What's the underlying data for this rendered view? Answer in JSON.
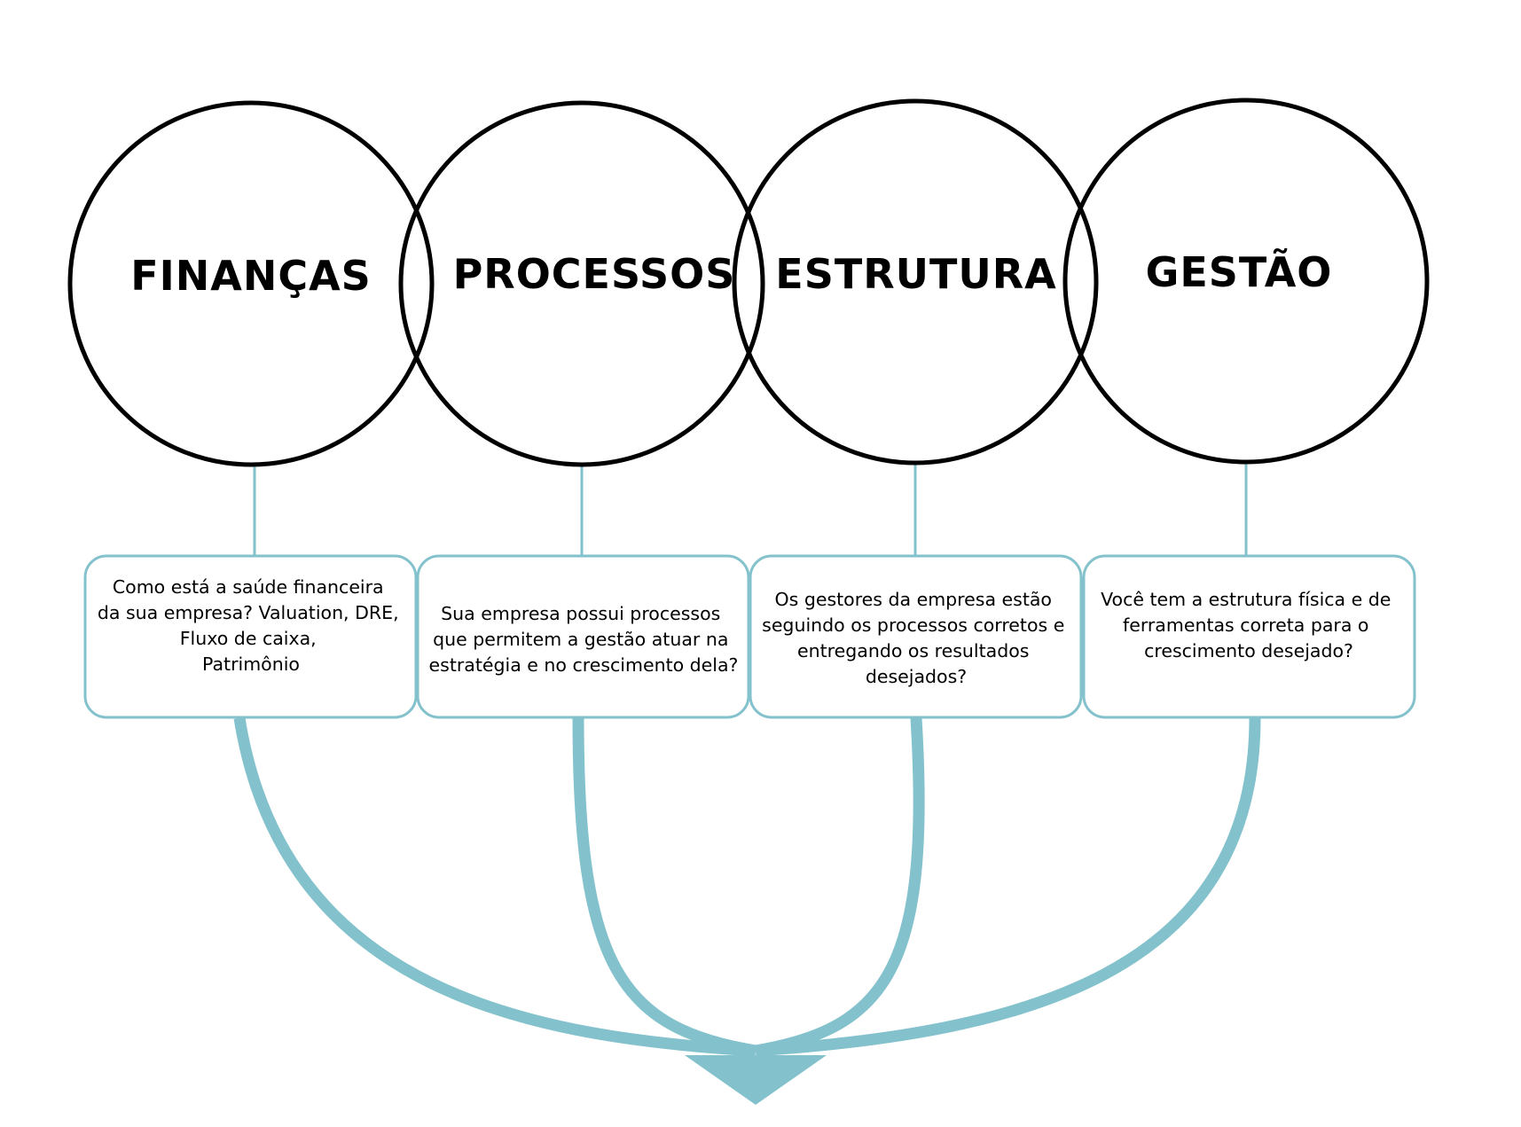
{
  "colors": {
    "circle_stroke": "#000000",
    "accent": "#83c2cc",
    "text": "#000000",
    "background": "#ffffff"
  },
  "pillars": [
    {
      "title": "FINANÇAS",
      "question_lines": [
        "Como está a saúde financeira",
        "da sua empresa? Valuation, DRE,",
        "Fluxo de caixa,",
        "Patrimônio"
      ]
    },
    {
      "title": "PROCESSOS",
      "question_lines": [
        "Sua empresa possui processos",
        "que permitem a gestão atuar na",
        "estratégia e no crescimento dela?"
      ]
    },
    {
      "title": "ESTRUTURA",
      "question_lines": [
        "Os gestores da empresa estão",
        "seguindo os processos corretos e",
        "entregando os resultados",
        "desejados?"
      ]
    },
    {
      "title": "GESTÃO",
      "question_lines": [
        "Você tem a estrutura física e de",
        "ferramentas correta para o",
        "crescimento desejado?"
      ]
    }
  ],
  "convergence_arrow": {
    "icon": "down-arrow-icon"
  }
}
